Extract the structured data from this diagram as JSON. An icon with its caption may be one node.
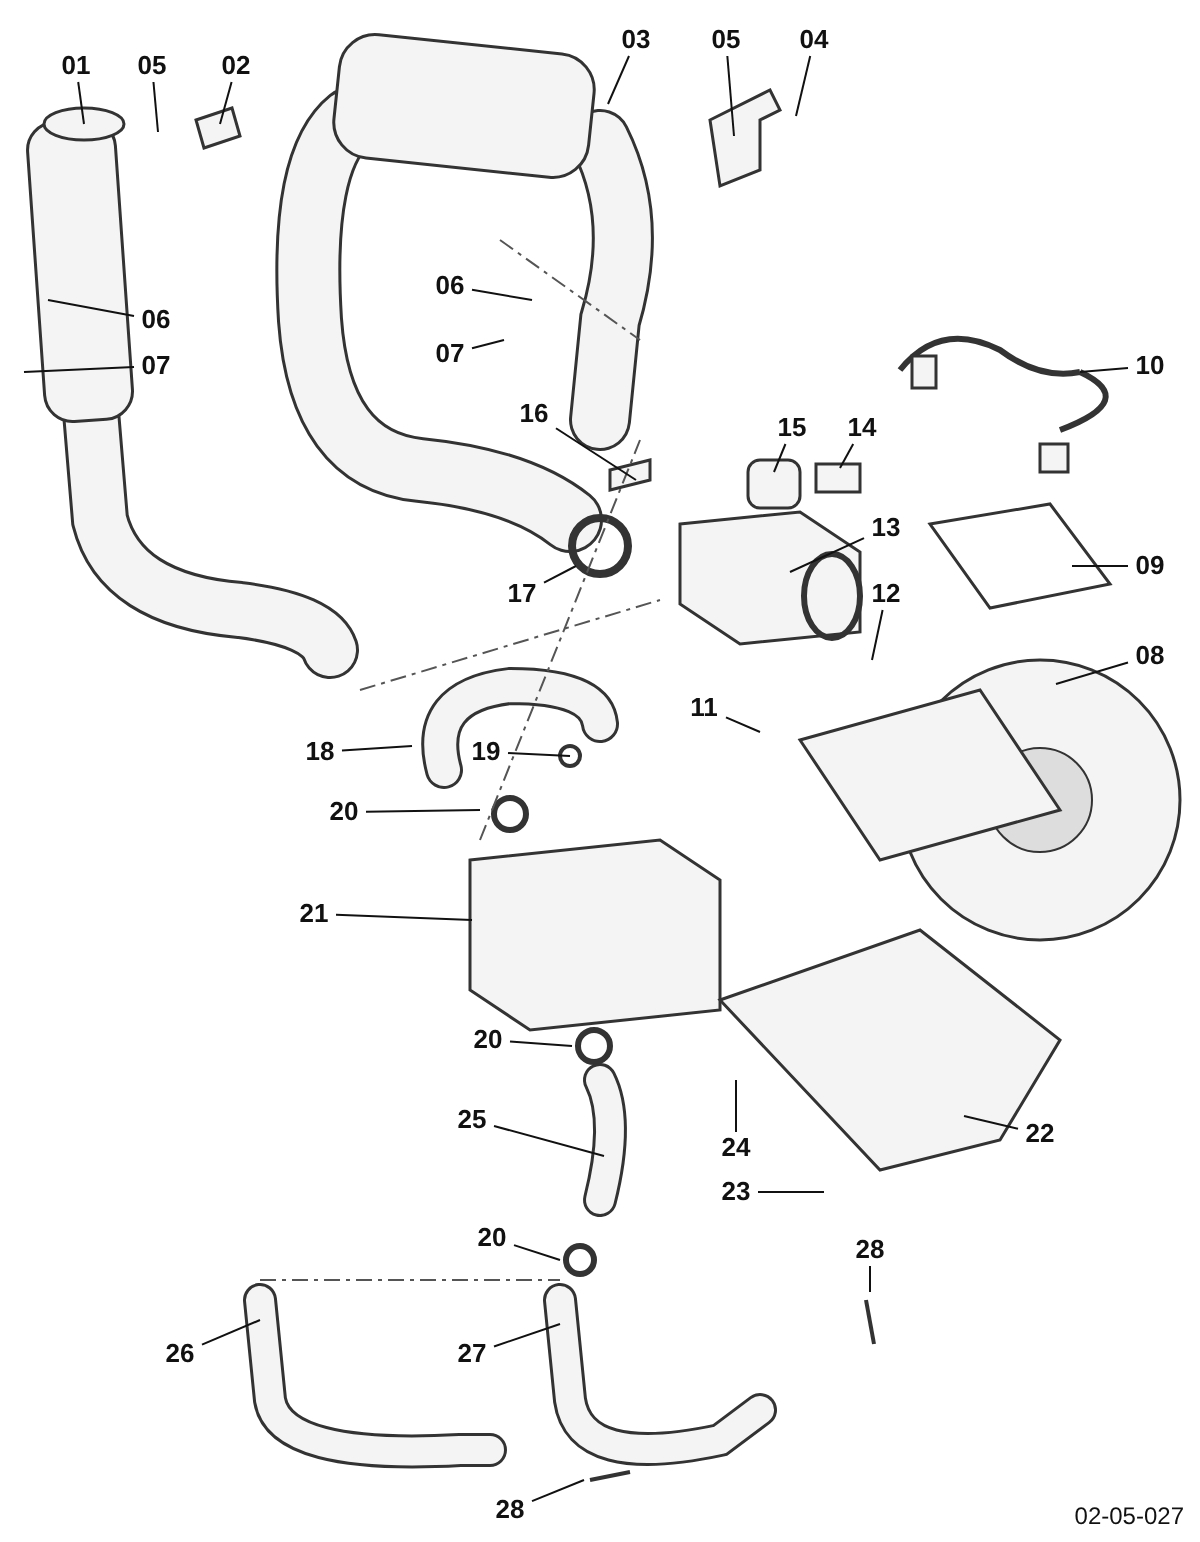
{
  "diagram": {
    "nodes": [
      {
        "text": [
          "01"
        ]
      },
      {
        "text": [
          "05"
        ]
      },
      {
        "text": [
          "02"
        ]
      },
      {
        "text": [
          "06"
        ]
      },
      {
        "text": [
          "07"
        ]
      },
      {
        "text": [
          "03"
        ]
      },
      {
        "text": [
          "05"
        ]
      },
      {
        "text": [
          "04"
        ]
      },
      {
        "text": [
          "06"
        ]
      },
      {
        "text": [
          "07"
        ]
      },
      {
        "text": [
          "10"
        ]
      },
      {
        "text": [
          "16"
        ]
      },
      {
        "text": [
          "15"
        ]
      },
      {
        "text": [
          "14"
        ]
      },
      {
        "text": [
          "13"
        ]
      },
      {
        "text": [
          "09"
        ]
      },
      {
        "text": [
          "17"
        ]
      },
      {
        "text": [
          "12"
        ]
      },
      {
        "text": [
          "08"
        ]
      },
      {
        "text": [
          "11"
        ]
      },
      {
        "text": [
          "18"
        ]
      },
      {
        "text": [
          "19"
        ]
      },
      {
        "text": [
          "20"
        ]
      },
      {
        "text": [
          "21"
        ]
      },
      {
        "text": [
          "20"
        ]
      },
      {
        "text": [
          "25"
        ]
      },
      {
        "text": [
          "22"
        ]
      },
      {
        "text": [
          "24"
        ]
      },
      {
        "text": [
          "23"
        ]
      },
      {
        "text": [
          "20"
        ]
      },
      {
        "text": [
          "28"
        ]
      },
      {
        "text": [
          "26"
        ]
      },
      {
        "text": [
          "27"
        ]
      },
      {
        "text": [
          "28"
        ]
      }
    ],
    "edges": [
      {
        "from": 0,
        "to": null,
        "arrow": "none"
      },
      {
        "from": 1,
        "to": null,
        "arrow": "none"
      },
      {
        "from": 2,
        "to": null,
        "arrow": "none"
      },
      {
        "from": 3,
        "to": null,
        "arrow": "none"
      },
      {
        "from": 4,
        "to": null,
        "arrow": "none"
      },
      {
        "from": 5,
        "to": null,
        "arrow": "none"
      },
      {
        "from": 6,
        "to": null,
        "arrow": "none"
      },
      {
        "from": 7,
        "to": null,
        "arrow": "none"
      },
      {
        "from": 8,
        "to": null,
        "arrow": "none"
      },
      {
        "from": 9,
        "to": null,
        "arrow": "none"
      },
      {
        "from": 10,
        "to": null,
        "arrow": "none"
      },
      {
        "from": 11,
        "to": null,
        "arrow": "none"
      },
      {
        "from": 12,
        "to": null,
        "arrow": "none"
      },
      {
        "from": 13,
        "to": null,
        "arrow": "none"
      },
      {
        "from": 14,
        "to": null,
        "arrow": "none"
      },
      {
        "from": 15,
        "to": null,
        "arrow": "none"
      },
      {
        "from": 16,
        "to": null,
        "arrow": "none"
      },
      {
        "from": 17,
        "to": null,
        "arrow": "none"
      },
      {
        "from": 18,
        "to": null,
        "arrow": "none"
      },
      {
        "from": 19,
        "to": null,
        "arrow": "none"
      },
      {
        "from": 20,
        "to": null,
        "arrow": "none"
      },
      {
        "from": 21,
        "to": null,
        "arrow": "none"
      },
      {
        "from": 22,
        "to": null,
        "arrow": "none"
      },
      {
        "from": 23,
        "to": null,
        "arrow": "none"
      },
      {
        "from": 24,
        "to": null,
        "arrow": "none"
      },
      {
        "from": 25,
        "to": null,
        "arrow": "none"
      },
      {
        "from": 26,
        "to": null,
        "arrow": "none"
      },
      {
        "from": 27,
        "to": null,
        "arrow": "none"
      },
      {
        "from": 28,
        "to": null,
        "arrow": "none"
      },
      {
        "from": 29,
        "to": null,
        "arrow": "none"
      },
      {
        "from": 30,
        "to": null,
        "arrow": "none"
      },
      {
        "from": 31,
        "to": null,
        "arrow": "none"
      },
      {
        "from": 32,
        "to": null,
        "arrow": "none"
      },
      {
        "from": 33,
        "to": null,
        "arrow": "none"
      }
    ],
    "labels": [
      "02-05-027"
    ]
  }
}
